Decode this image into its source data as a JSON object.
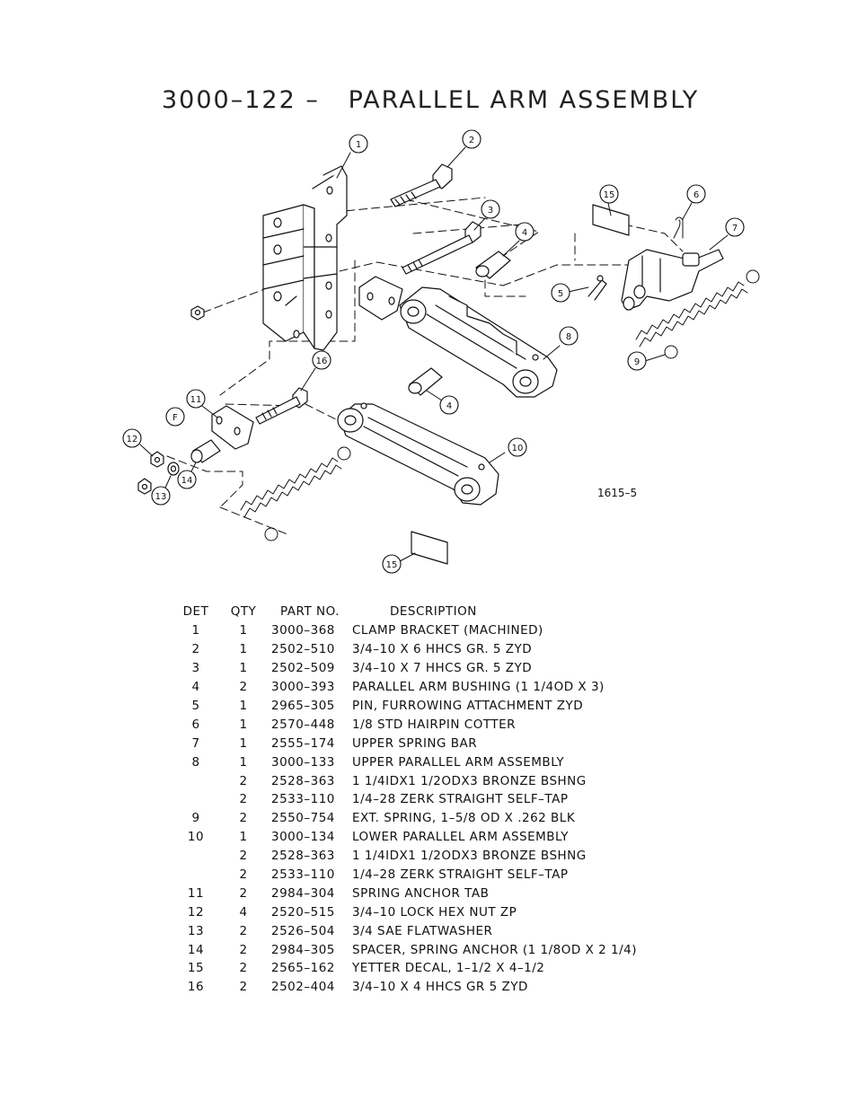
{
  "title": "3000–122 –   PARALLEL ARM ASSEMBLY",
  "drawing_number": "1615–5",
  "callouts": [
    "1",
    "2",
    "3",
    "4",
    "5",
    "6",
    "7",
    "8",
    "9",
    "10",
    "11",
    "12",
    "13",
    "14",
    "15",
    "16",
    "F"
  ],
  "table": {
    "headers": {
      "det": "DET",
      "qty": "QTY",
      "part": "PART NO.",
      "desc": "DESCRIPTION"
    },
    "rows": [
      {
        "det": "1",
        "qty": "1",
        "part": "3000–368",
        "desc": "CLAMP BRACKET (MACHINED)"
      },
      {
        "det": "2",
        "qty": "1",
        "part": "2502–510",
        "desc": "3/4–10 X 6 HHCS GR. 5 ZYD"
      },
      {
        "det": "3",
        "qty": "1",
        "part": "2502–509",
        "desc": "3/4–10 X 7 HHCS GR. 5 ZYD"
      },
      {
        "det": "4",
        "qty": "2",
        "part": "3000–393",
        "desc": "PARALLEL ARM BUSHING (1 1/4OD X 3)"
      },
      {
        "det": "5",
        "qty": "1",
        "part": "2965–305",
        "desc": "PIN, FURROWING ATTACHMENT ZYD"
      },
      {
        "det": "6",
        "qty": "1",
        "part": "2570–448",
        "desc": "1/8 STD HAIRPIN COTTER"
      },
      {
        "det": "7",
        "qty": "1",
        "part": "2555–174",
        "desc": "UPPER SPRING BAR"
      },
      {
        "det": "8",
        "qty": "1",
        "part": "3000–133",
        "desc": "UPPER PARALLEL ARM ASSEMBLY"
      },
      {
        "det": "",
        "qty": "2",
        "part": "2528–363",
        "desc": "1 1/4IDX1 1/2ODX3 BRONZE BSHNG"
      },
      {
        "det": "",
        "qty": "2",
        "part": "2533–110",
        "desc": "1/4–28 ZERK STRAIGHT SELF–TAP"
      },
      {
        "det": "9",
        "qty": "2",
        "part": "2550–754",
        "desc": "EXT. SPRING, 1–5/8 OD X .262 BLK"
      },
      {
        "det": "10",
        "qty": "1",
        "part": "3000–134",
        "desc": "LOWER PARALLEL ARM ASSEMBLY"
      },
      {
        "det": "",
        "qty": "2",
        "part": "2528–363",
        "desc": "1 1/4IDX1 1/2ODX3 BRONZE BSHNG"
      },
      {
        "det": "",
        "qty": "2",
        "part": "2533–110",
        "desc": "1/4–28 ZERK STRAIGHT SELF–TAP"
      },
      {
        "det": "11",
        "qty": "2",
        "part": "2984–304",
        "desc": "SPRING ANCHOR TAB"
      },
      {
        "det": "12",
        "qty": "4",
        "part": "2520–515",
        "desc": "3/4–10 LOCK HEX NUT ZP"
      },
      {
        "det": "13",
        "qty": "2",
        "part": "2526–504",
        "desc": "3/4 SAE FLATWASHER"
      },
      {
        "det": "14",
        "qty": "2",
        "part": "2984–305",
        "desc": "SPACER, SPRING ANCHOR (1 1/8OD X 2 1/4)"
      },
      {
        "det": "15",
        "qty": "2",
        "part": "2565–162",
        "desc": "YETTER DECAL, 1–1/2 X 4–1/2"
      },
      {
        "det": "16",
        "qty": "2",
        "part": "2502–404",
        "desc": "3/4–10 X 4 HHCS GR 5 ZYD"
      }
    ]
  }
}
